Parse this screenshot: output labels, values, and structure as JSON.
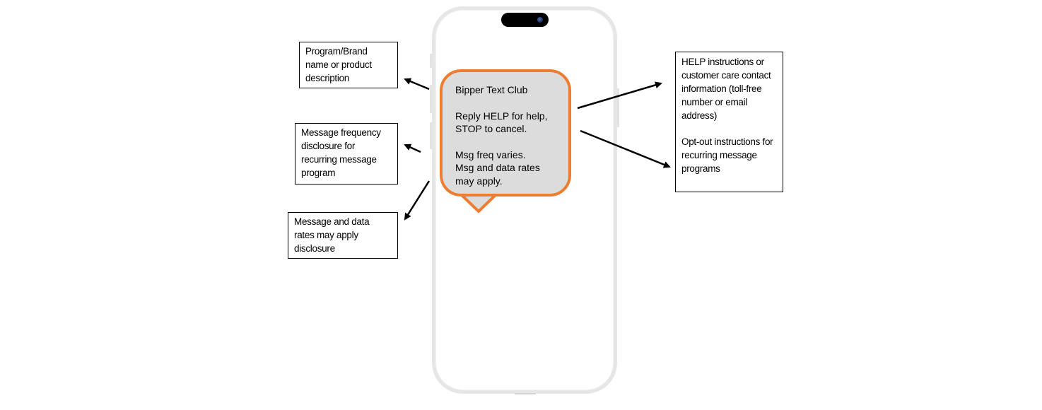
{
  "phone": {
    "bubble": {
      "lines": [
        "Bipper Text Club",
        "Reply HELP for help,",
        "STOP to cancel.",
        "Msg freq varies.",
        "Msg and data rates",
        "may apply."
      ]
    },
    "colors": {
      "bubble_border": "#ed7d31",
      "bubble_fill": "#dcdcdc",
      "frame": "#e6e6e6"
    }
  },
  "callouts": {
    "left": [
      {
        "id": "brand",
        "text": "Program/Brand name or product description"
      },
      {
        "id": "frequency",
        "text": "Message frequency disclosure for recurring message program"
      },
      {
        "id": "rates",
        "text": "Message and data rates may apply disclosure"
      }
    ],
    "right": [
      {
        "id": "help",
        "text": "HELP instructions or customer care contact information (toll-free number or email address)"
      },
      {
        "id": "optout",
        "text": "Opt-out instructions for recurring message programs"
      }
    ]
  }
}
